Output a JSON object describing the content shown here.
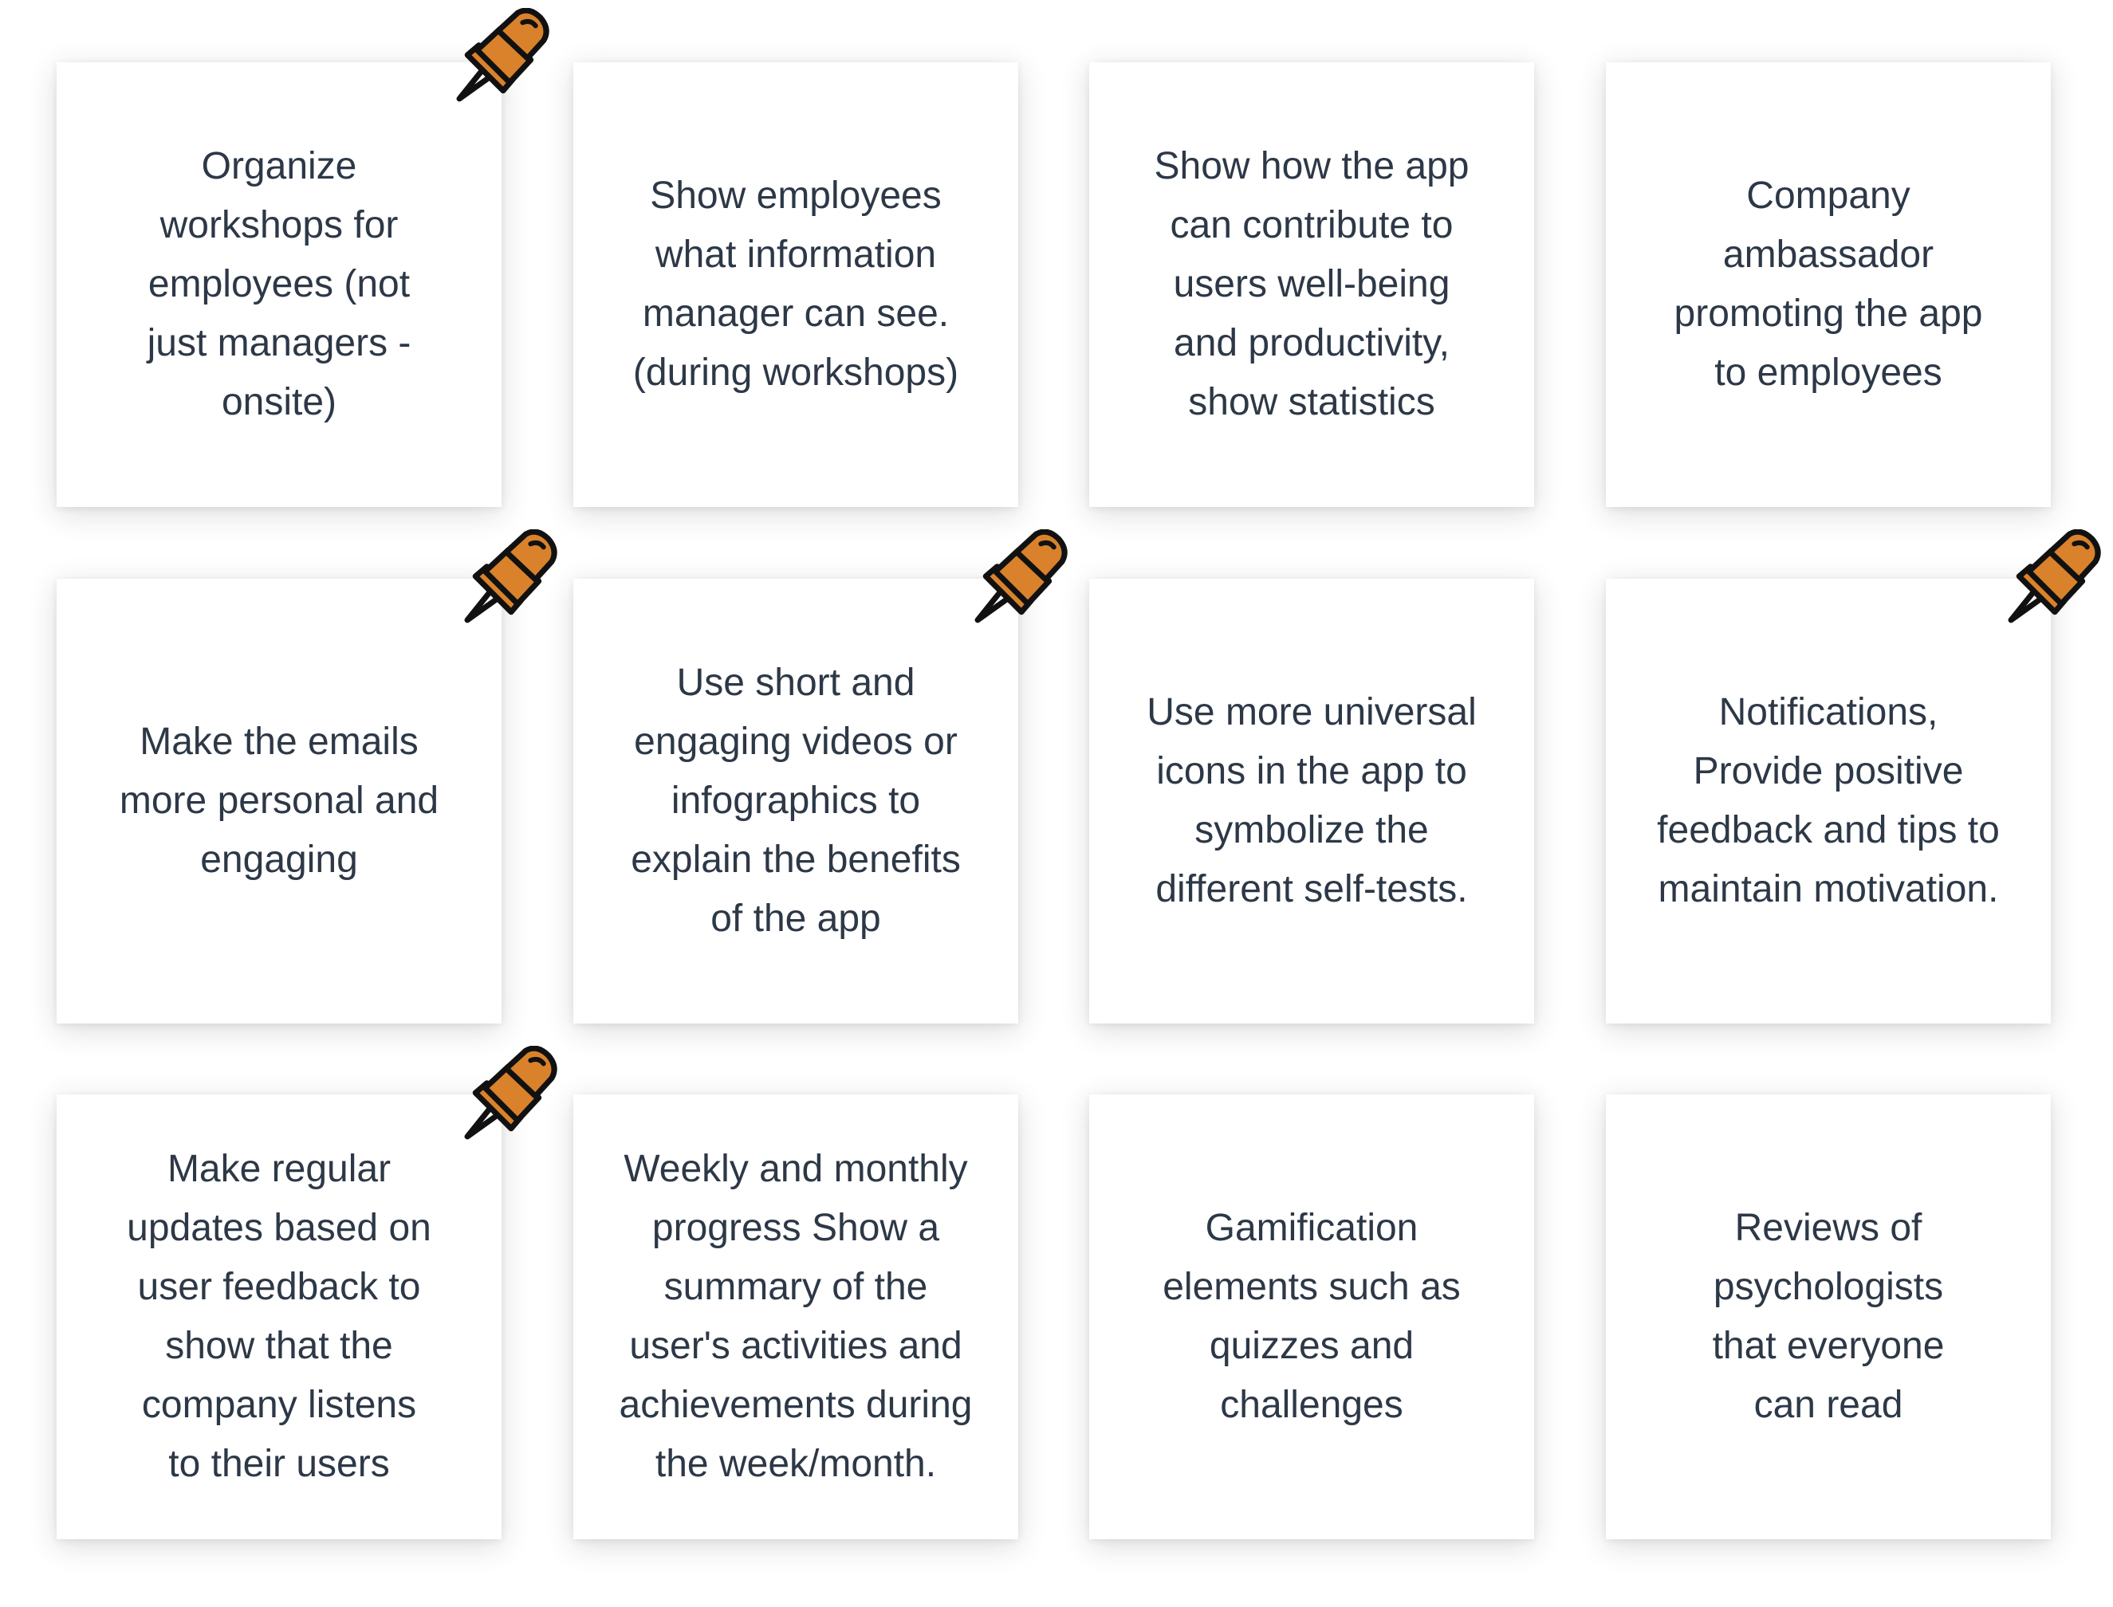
{
  "board": {
    "pin_color": "#D9822B",
    "outline_color": "#111111",
    "text_color": "#2D3847",
    "notes": [
      {
        "text": "Organize\nworkshops for\nemployees (not\njust managers -\nonsite)",
        "pinned": true
      },
      {
        "text": "Show employees\nwhat information\nmanager can see.\n(during workshops)",
        "pinned": false
      },
      {
        "text": "Show how the app\ncan contribute to\nusers well-being\nand productivity,\nshow statistics",
        "pinned": false
      },
      {
        "text": "Company\nambassador\npromoting the app\nto employees",
        "pinned": false
      },
      {
        "text": "Make the emails\nmore personal and\nengaging",
        "pinned": true
      },
      {
        "text": "Use short and\nengaging videos or\ninfographics to\nexplain the benefits\nof the app",
        "pinned": true
      },
      {
        "text": "Use more universal\nicons in the app to\nsymbolize the\ndifferent self-tests.",
        "pinned": false
      },
      {
        "text": "Notifications,\nProvide positive\nfeedback and tips to\nmaintain motivation.",
        "pinned": true
      },
      {
        "text": "Make regular\nupdates based on\nuser feedback to\nshow that the\ncompany listens\nto their users",
        "pinned": true
      },
      {
        "text": "Weekly and monthly\nprogress Show a\nsummary of the\nuser's activities and\nachievements during\nthe week/month.",
        "pinned": false
      },
      {
        "text": "Gamification\nelements such as\nquizzes and\nchallenges",
        "pinned": false
      },
      {
        "text": "Reviews of\npsychologists\nthat everyone\ncan read",
        "pinned": false
      }
    ]
  }
}
